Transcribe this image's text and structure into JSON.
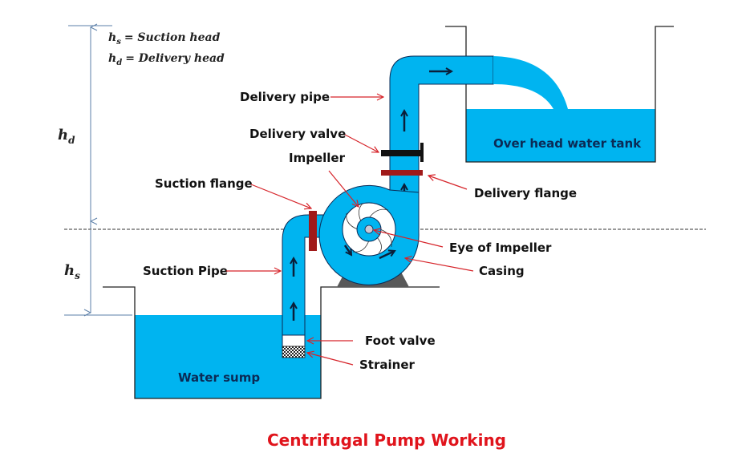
{
  "title": "Centrifugal Pump Working",
  "legend": {
    "hs_symbol": "h",
    "hs_sub": "s",
    "hs_def": "= Suction head",
    "hd_symbol": "h",
    "hd_sub": "d",
    "hd_def": "= Delivery head"
  },
  "dimensions": {
    "hd_symbol": "h",
    "hd_sub": "d",
    "hs_symbol": "h",
    "hs_sub": "s"
  },
  "labels": {
    "delivery_pipe": "Delivery pipe",
    "delivery_valve": "Delivery valve",
    "impeller": "Impeller",
    "suction_flange": "Suction flange",
    "delivery_flange": "Delivery flange",
    "eye_of_impeller": "Eye of Impeller",
    "casing": "Casing",
    "suction_pipe": "Suction Pipe",
    "foot_valve": "Foot valve",
    "strainer": "Strainer",
    "water_sump": "Water sump",
    "overhead_tank": "Over head water tank"
  },
  "colors": {
    "water": "#00b4f0",
    "flange": "#a01a1a",
    "valve": "#111111",
    "leader": "#d6242a",
    "title": "#e0141c",
    "base": "#595959"
  }
}
